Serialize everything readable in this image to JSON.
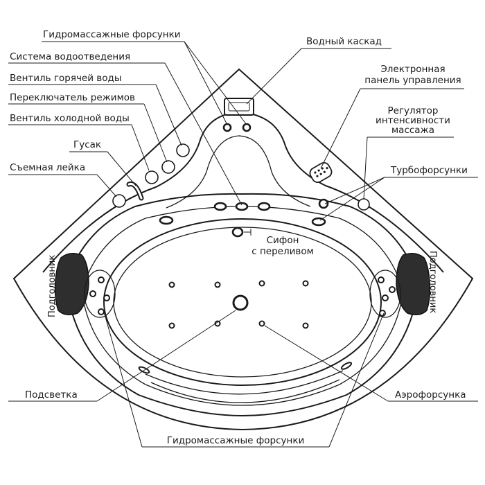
{
  "labels": {
    "hydro_jets_top": "Гидромассажные форсунки",
    "water_cascade": "Водный каскад",
    "drain_system": "Система водоотведения",
    "electronic_panel_line1": "Электронная",
    "electronic_panel_line2": "панель управления",
    "hot_valve": "Вентиль горячей воды",
    "mode_switch": "Переключатель режимов",
    "intensity_line1": "Регулятор",
    "intensity_line2": "интенсивности",
    "intensity_line3": "массажа",
    "cold_valve": "Вентиль холодной воды",
    "spout": "Гусак",
    "turbo_jets": "Турбофорсунки",
    "hand_shower": "Съемная лейка",
    "siphon_line1": "Сифон",
    "siphon_line2": "с переливом",
    "headrest_left": "Подголовник",
    "headrest_right": "Подголовник",
    "lighting": "Подсветка",
    "aero_jet": "Аэрофорсунка",
    "hydro_jets_bottom": "Гидромассажные форсунки"
  },
  "colors": {
    "line": "#1a1a1a",
    "headrest": "#2e2e2e",
    "background": "#ffffff"
  }
}
